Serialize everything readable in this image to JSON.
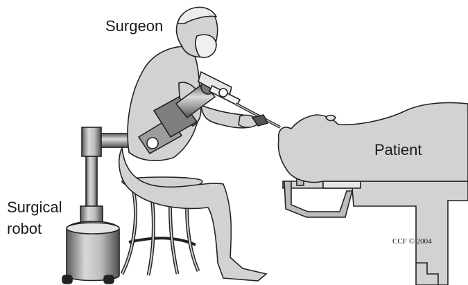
{
  "labels": {
    "surgeon": "Surgeon",
    "patient": "Patient",
    "robot_line1": "Surgical",
    "robot_line2": "robot",
    "credit": "CCF © 2004"
  },
  "colors": {
    "figure_fill": "#d2d2d2",
    "outline": "#222222",
    "metal_dark": "#5f5f5f",
    "background": "#ffffff"
  }
}
